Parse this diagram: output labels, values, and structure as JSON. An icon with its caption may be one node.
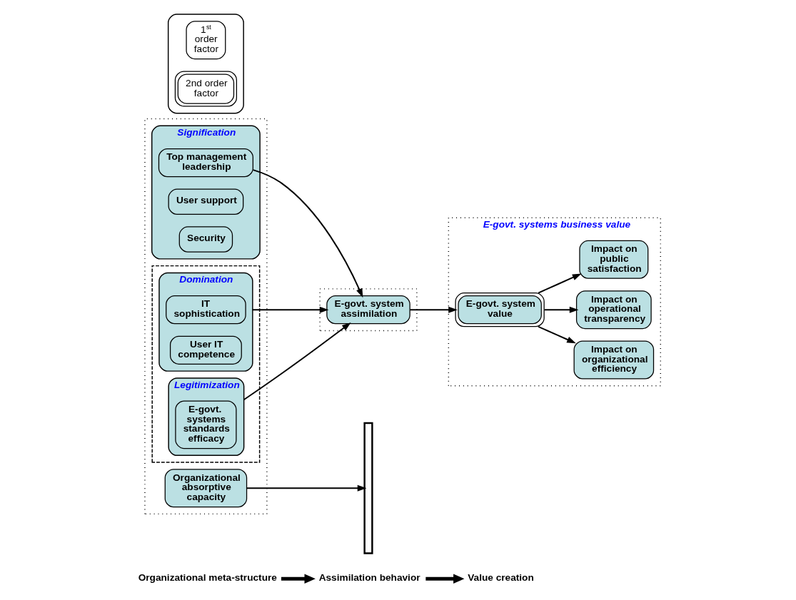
{
  "diagram": {
    "nodes": [
      {
        "text": [
          "Organizational meta-structure"
        ]
      },
      {
        "text": [
          "Assimilation behavior"
        ]
      },
      {
        "text": [
          "Value creation"
        ]
      },
      {
        "text": [],
        "shape": "box"
      },
      {
        "text": [
          "Signification"
        ],
        "in": 3
      },
      {
        "text": [
          "Top management leadership"
        ],
        "in": 4
      },
      {
        "text": [
          "User support"
        ],
        "in": 4
      },
      {
        "text": [
          "Security"
        ],
        "in": 4
      },
      {
        "text": [
          "Organizational absorptive capacity"
        ],
        "in": 3
      },
      {
        "text": [],
        "shape": "box",
        "in": 3
      },
      {
        "text": [
          "Domination"
        ],
        "in": 9
      },
      {
        "text": [
          "IT sophistication"
        ],
        "in": 10
      },
      {
        "text": [
          "User IT competence"
        ],
        "in": 10
      },
      {
        "text": [
          "Legitimization"
        ],
        "in": 9
      },
      {
        "text": [
          "E-govt.  systems standards efficacy"
        ],
        "in": 13
      },
      {
        "text": [],
        "shape": "bar"
      },
      {
        "text": [],
        "shape": "box"
      },
      {
        "text": [
          "E-govt. system assimilation"
        ],
        "in": 16
      },
      {
        "text": [
          "E-govt. systems business value"
        ]
      },
      {
        "text": [
          "E-govt. system value"
        ],
        "in": 18
      },
      {
        "text": [
          "Impact on organizational efficiency"
        ],
        "in": 18
      },
      {
        "text": [
          "Impact on operational transparency"
        ],
        "in": 18
      },
      {
        "text": [
          "Impact on public satisfaction"
        ],
        "in": 18
      },
      {
        "text": [],
        "shape": "box"
      },
      {
        "text": [
          "1$^{st}$ order factor"
        ],
        "in": 23
      },
      {
        "text": [
          "2nd order factor"
        ],
        "in": 23
      }
    ],
    "edges": [
      {
        "from": 0,
        "to": 1,
        "arrow": "to",
        "style": "thick"
      },
      {
        "from": 1,
        "to": 2,
        "arrow": "to",
        "style": "thick"
      },
      {
        "from": 5,
        "to": 17,
        "arrow": "to"
      },
      {
        "from": 10,
        "to": 17,
        "arrow": "to"
      },
      {
        "from": 13,
        "to": 17,
        "arrow": "to"
      },
      {
        "from": 8,
        "to": 15,
        "arrow": "to"
      },
      {
        "from": 17,
        "to": 19,
        "arrow": "to"
      },
      {
        "from": 19,
        "to": 20,
        "arrow": "to"
      },
      {
        "from": 19,
        "to": 21,
        "arrow": "to"
      },
      {
        "from": 19,
        "to": 22,
        "arrow": "to"
      }
    ]
  }
}
